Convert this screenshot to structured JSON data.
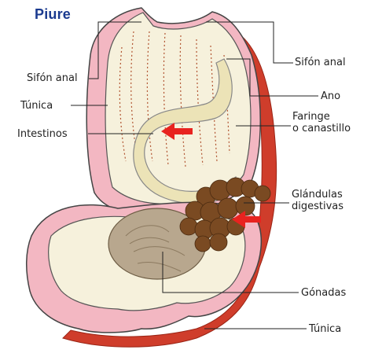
{
  "title": "Piure",
  "labels": {
    "sifon_anal_left": "Sifón anal",
    "sifon_anal_right": "Sifón anal",
    "tunica_left": "Túnica",
    "intestinos": "Intestinos",
    "ano": "Ano",
    "faringe_line1": "Faringe",
    "faringe_line2": "o canastillo",
    "glandulas_line1": "Glándulas",
    "glandulas_line2": "digestivas",
    "gonadas": "Gónadas",
    "tunica_bottom": "Túnica"
  },
  "colors": {
    "title": "#1a3a8f",
    "tunic_outer": "#cf3d2b",
    "tunic_pink": "#f3b7c2",
    "body_cream": "#f6f1dc",
    "intestine": "#ece3b7",
    "gland": "#7a4a22",
    "gonad": "#b8a78e",
    "arrow": "#e8231f",
    "leader": "#222222"
  }
}
